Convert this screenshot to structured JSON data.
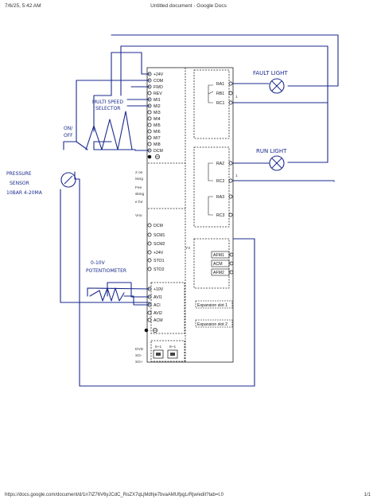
{
  "header": {
    "datetime": "7/6/25, 5:42 AM",
    "title": "Untitled document - Google Docs"
  },
  "footer": {
    "url": "https://docs.google.com/document/d/1n7IZ76V6yJCdC_RoZX7qLjMdhje7bvaAMUfpgLrRjw/edit?tab=t.0",
    "page": "1/1"
  },
  "annotations": {
    "fault_light": "FAULT LIGHT",
    "run_light": "RUN LIGHT",
    "multi_speed_selector_1": "MULTI SPEED",
    "multi_speed_selector_2": "SELECTOR",
    "on_off_1": "ON/",
    "on_off_2": "OFF",
    "pressure_1": "PRESSURE",
    "pressure_2": "SENSOR",
    "pressure_3": "10BAR 4-20MA",
    "pot_1": "0-10V",
    "pot_2": "POTENTIOMETER"
  },
  "left_terminals": [
    {
      "label": "+24V"
    },
    {
      "label": "COM"
    },
    {
      "label": "FWD"
    },
    {
      "label": "REV"
    },
    {
      "label": "MI1"
    },
    {
      "label": "MI2"
    },
    {
      "label": "MI3"
    },
    {
      "label": "MI4"
    },
    {
      "label": "MI5"
    },
    {
      "label": "MI6"
    },
    {
      "label": "MI7"
    },
    {
      "label": "MI8"
    },
    {
      "label": "DCM"
    }
  ],
  "safety_terminals": [
    {
      "label": "DCM"
    },
    {
      "label": "SCM1"
    },
    {
      "label": "SCM2"
    },
    {
      "label": "+24V"
    },
    {
      "label": "STO1"
    },
    {
      "label": "STO2"
    }
  ],
  "analog_terminals": [
    {
      "label": "+10V"
    },
    {
      "label": "AVI1"
    },
    {
      "label": "ACI"
    },
    {
      "label": "AVI2"
    },
    {
      "label": "ACM"
    }
  ],
  "relay_terminals": [
    {
      "label": "RA1"
    },
    {
      "label": "RB1"
    },
    {
      "label": "RC1"
    },
    {
      "label": "RA2"
    },
    {
      "label": "RC2"
    },
    {
      "label": "RA3"
    },
    {
      "label": "RC3"
    }
  ],
  "afm_terminals": [
    {
      "label": "AFM1"
    },
    {
      "label": "ACM"
    },
    {
      "label": "AFM2"
    }
  ],
  "expansion": {
    "slot1": "Expansion slot 1",
    "slot2": "Expansion slot 2"
  },
  "fragments": {
    "f1": "2 on",
    "f2": "ising",
    "f3": "Fee",
    "f4": "sking",
    "f5": "e for",
    "f6": "Vno",
    "f7": "Y3",
    "f8": "1",
    "f9": "1",
    "f10": "DVD",
    "f11": "SG-",
    "f12": "SG+",
    "f13": "8~1",
    "f14": "8~1"
  },
  "colors": {
    "wire": "#1a2a8c",
    "print": "#222222"
  }
}
